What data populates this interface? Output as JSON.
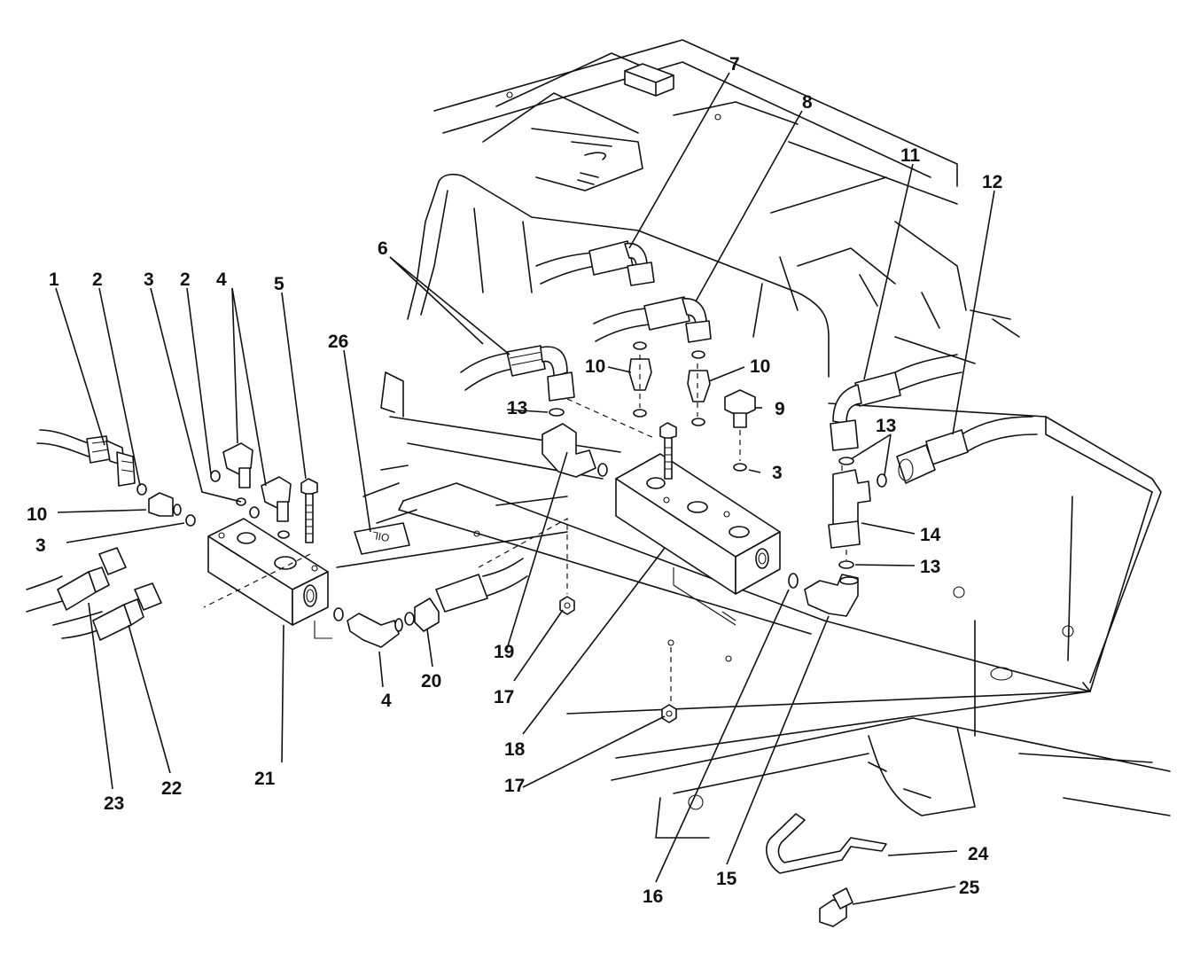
{
  "callouts": [
    "1",
    "2",
    "3",
    "2",
    "4",
    "5",
    "26",
    "6",
    "7",
    "8",
    "10",
    "10",
    "13",
    "9",
    "3",
    "11",
    "12",
    "13",
    "14",
    "13",
    "10",
    "3",
    "19",
    "18",
    "17",
    "17",
    "4",
    "20",
    "21",
    "22",
    "23",
    "16",
    "15",
    "24",
    "25"
  ],
  "decal_text": "OIL",
  "colors": {
    "ink": "#111111",
    "paper": "#ffffff"
  }
}
